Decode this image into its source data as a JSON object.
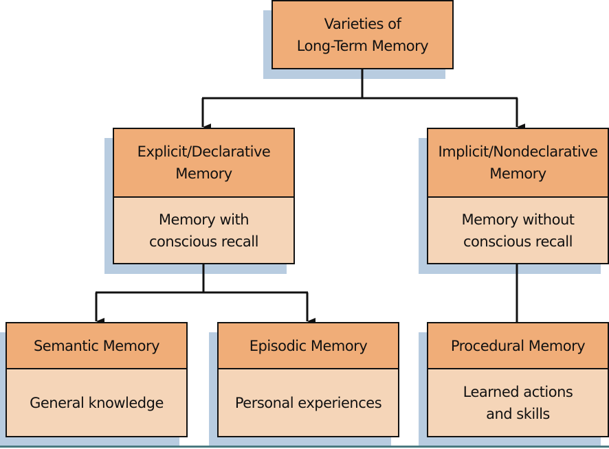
{
  "root": {
    "title_line1": "Varieties of",
    "title_line2": "Long-Term Memory"
  },
  "explicit": {
    "title_line1": "Explicit/Declarative",
    "title_line2": "Memory",
    "desc_line1": "Memory with",
    "desc_line2": "conscious recall"
  },
  "implicit": {
    "title_line1": "Implicit/Nondeclarative",
    "title_line2": "Memory",
    "desc_line1": "Memory without",
    "desc_line2": "conscious recall"
  },
  "semantic": {
    "title": "Semantic Memory",
    "desc": "General knowledge"
  },
  "episodic": {
    "title": "Episodic Memory",
    "desc": "Personal experiences"
  },
  "procedural": {
    "title": "Procedural Memory",
    "desc_line1": "Learned actions",
    "desc_line2": "and skills"
  },
  "colors": {
    "header": "#f0ad78",
    "body": "#f5d5b8",
    "shadow": "#b8cce0"
  }
}
